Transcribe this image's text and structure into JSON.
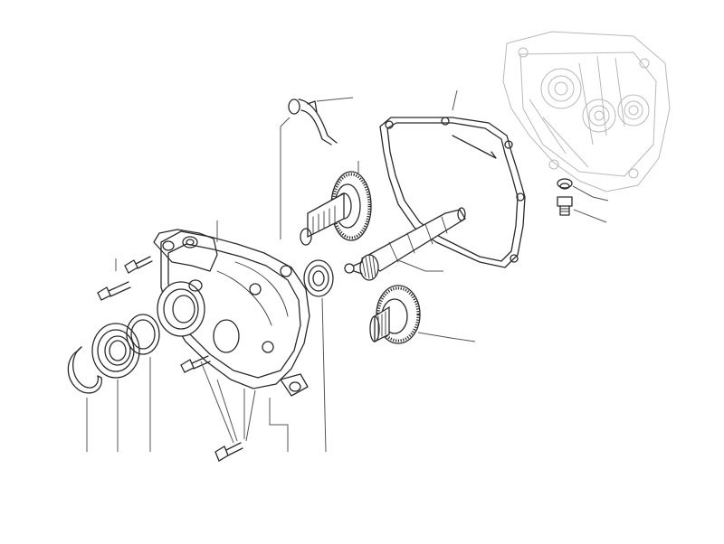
{
  "diagram": {
    "type": "exploded-parts-diagram",
    "labels": [],
    "colors": {
      "line": "#2a2a2a",
      "faint": "#b9b9b9",
      "background": "#ffffff"
    },
    "parts": [
      "crankcase-half",
      "drain-plug",
      "filler-plug",
      "gasket",
      "breather-hose",
      "driven-gear",
      "main-shaft",
      "pinion-gear",
      "intermediate-gear",
      "oil-seal",
      "transmission-cover",
      "bearing",
      "outer-seal",
      "circlip",
      "bolts"
    ]
  }
}
